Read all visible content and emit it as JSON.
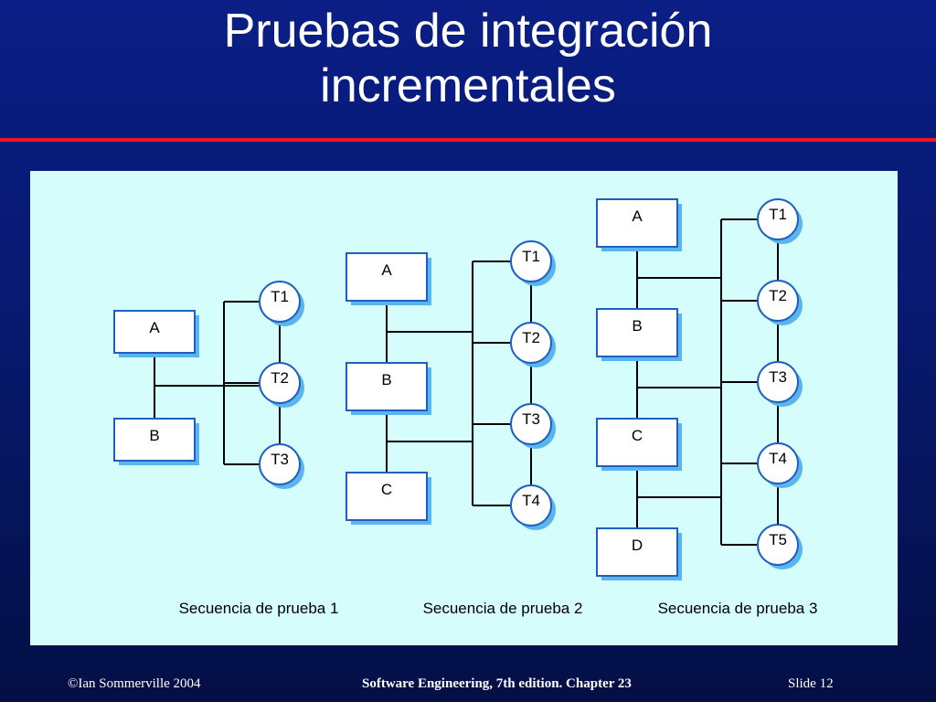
{
  "title": {
    "line1": "Pruebas de integración",
    "line2": "incrementales"
  },
  "diagram": {
    "sequences": [
      {
        "caption": "Secuencia de prueba 1",
        "components": [
          "A",
          "B"
        ],
        "tests": [
          "T1",
          "T2",
          "T3"
        ]
      },
      {
        "caption": "Secuencia de prueba 2",
        "components": [
          "A",
          "B",
          "C"
        ],
        "tests": [
          "T1",
          "T2",
          "T3",
          "T4"
        ]
      },
      {
        "caption": "Secuencia de prueba 3",
        "components": [
          "A",
          "B",
          "C",
          "D"
        ],
        "tests": [
          "T1",
          "T2",
          "T3",
          "T4",
          "T5"
        ]
      }
    ]
  },
  "footer": {
    "copyright": "©Ian Sommerville 2004",
    "book": "Software Engineering, 7th edition. Chapter 23",
    "slide": "Slide  12"
  },
  "colors": {
    "background": "#07196f",
    "rule": "#e8182a",
    "panel": "#d4fdfc",
    "box_fill": "#ffffff",
    "box_border": "#1e5fc0",
    "box_shadow": "#5ab4ee",
    "line": "#000000"
  }
}
